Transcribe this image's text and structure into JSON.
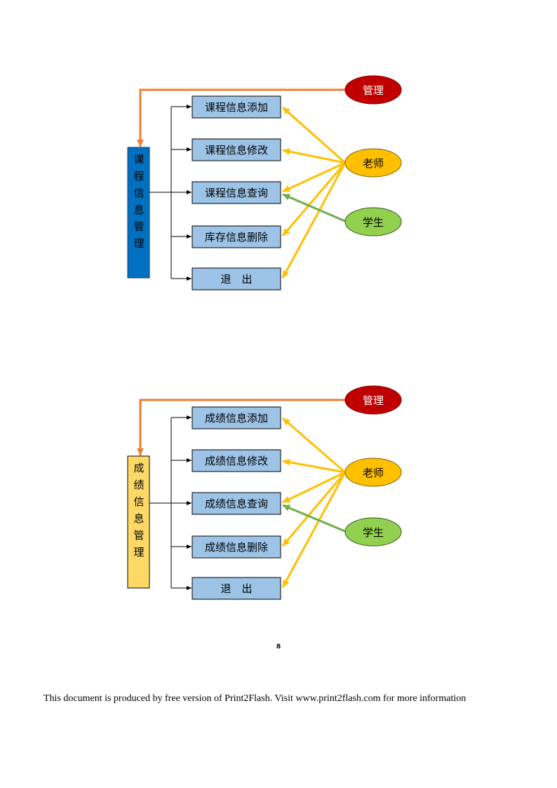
{
  "colors": {
    "orange_arrow": "#ED7D31",
    "yellow_arrow": "#FFC000",
    "green_arrow": "#70AD47",
    "function_box": "#9DC3E6",
    "admin_oval": "#C00000",
    "teacher_oval": "#FFC000",
    "student_oval": "#92D050",
    "course_module": "#0070C0",
    "score_module": "#FFD966"
  },
  "diagrams": [
    {
      "module_label": [
        "课",
        "程",
        "信",
        "息",
        "管",
        "理"
      ],
      "functions": [
        "课程信息添加",
        "课程信息修改",
        "课程信息查询",
        "库存信息删除",
        "退　出"
      ],
      "roles": {
        "admin": "管理",
        "teacher": "老师",
        "student": "学生"
      }
    },
    {
      "module_label": [
        "成",
        "绩",
        "信",
        "息",
        "管",
        "理"
      ],
      "functions": [
        "成绩信息添加",
        "成绩信息修改",
        "成绩信息查询",
        "成绩信息删除",
        "退　出"
      ],
      "roles": {
        "admin": "管理",
        "teacher": "老师",
        "student": "学生"
      }
    }
  ],
  "page_number": "8",
  "footer": "This document is produced by free version of Print2Flash. Visit www.print2flash.com for more information"
}
